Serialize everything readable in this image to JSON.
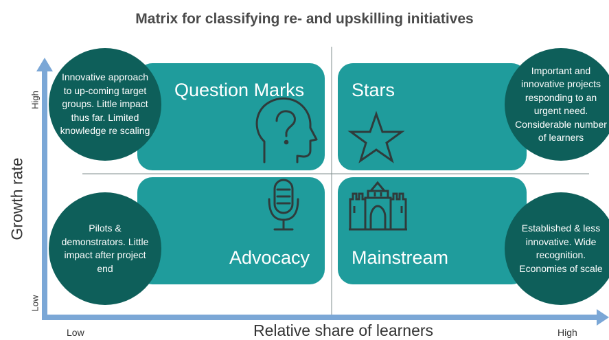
{
  "title": "Matrix for classifying re- and upskilling initiatives",
  "axes": {
    "y_label": "Growth rate",
    "y_high": "High",
    "y_low": "Low",
    "x_label": "Relative share of learners",
    "x_low": "Low",
    "x_high": "High"
  },
  "quadrants": {
    "top_left": {
      "label": "Question Marks",
      "icon": "head-question-icon"
    },
    "top_right": {
      "label": "Stars",
      "icon": "star-icon"
    },
    "bottom_left": {
      "label": "Advocacy",
      "icon": "microphone-icon"
    },
    "bottom_right": {
      "label": "Mainstream",
      "icon": "castle-icon"
    }
  },
  "notes": {
    "top_left": "Innovative approach to up-coming target groups. Little impact thus far. Limited knowledge re scaling",
    "top_right": "Important and innovative projects responding to an urgent need. Considerable number of learners",
    "bottom_left": "Pilots & demonstrators. Little impact after project end",
    "bottom_right": "Established & less innovative. Wide recognition. Economies of scale"
  },
  "colors": {
    "quadrant": "#1f9c9c",
    "circle": "#0e5f5a",
    "axis_arrow": "#7ba7d6",
    "icon_stroke": "#2f3b3b"
  }
}
